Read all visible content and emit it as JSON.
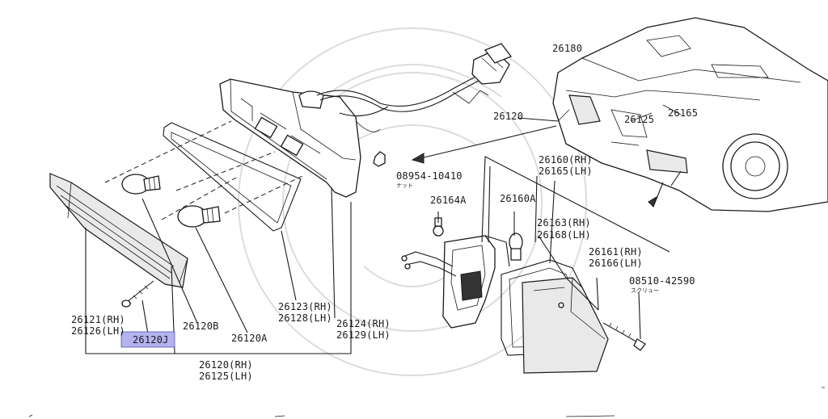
{
  "labels": {
    "p26180": "26180",
    "p26120_top": "26120",
    "p26125": "26125",
    "p26165": "26165",
    "p08954": "08954-10410",
    "p08954_jp": "ナット",
    "p26160": "26160(RH)",
    "p26165lh": "26165(LH)",
    "p26164a": "26164A",
    "p26160a": "26160A",
    "p26163": "26163(RH)",
    "p26168": "26168(LH)",
    "p26161": "26161(RH)",
    "p26166": "26166(LH)",
    "p08510": "08510-42590",
    "p08510_jp": "スクリュー",
    "p26121": "26121(RH)",
    "p26126": "26126(LH)",
    "p26120j": "26120J",
    "p26120b": "26120B",
    "p26120a": "26120A",
    "p26123": "26123(RH)",
    "p26128": "26128(LH)",
    "p26124": "26124(RH)",
    "p26129": "26129(LH)",
    "p26120rh": "26120(RH)",
    "p26125lh": "26125(LH)"
  },
  "colors": {
    "highlight": "#b3b3f0",
    "ink": "#1a1a1a"
  }
}
